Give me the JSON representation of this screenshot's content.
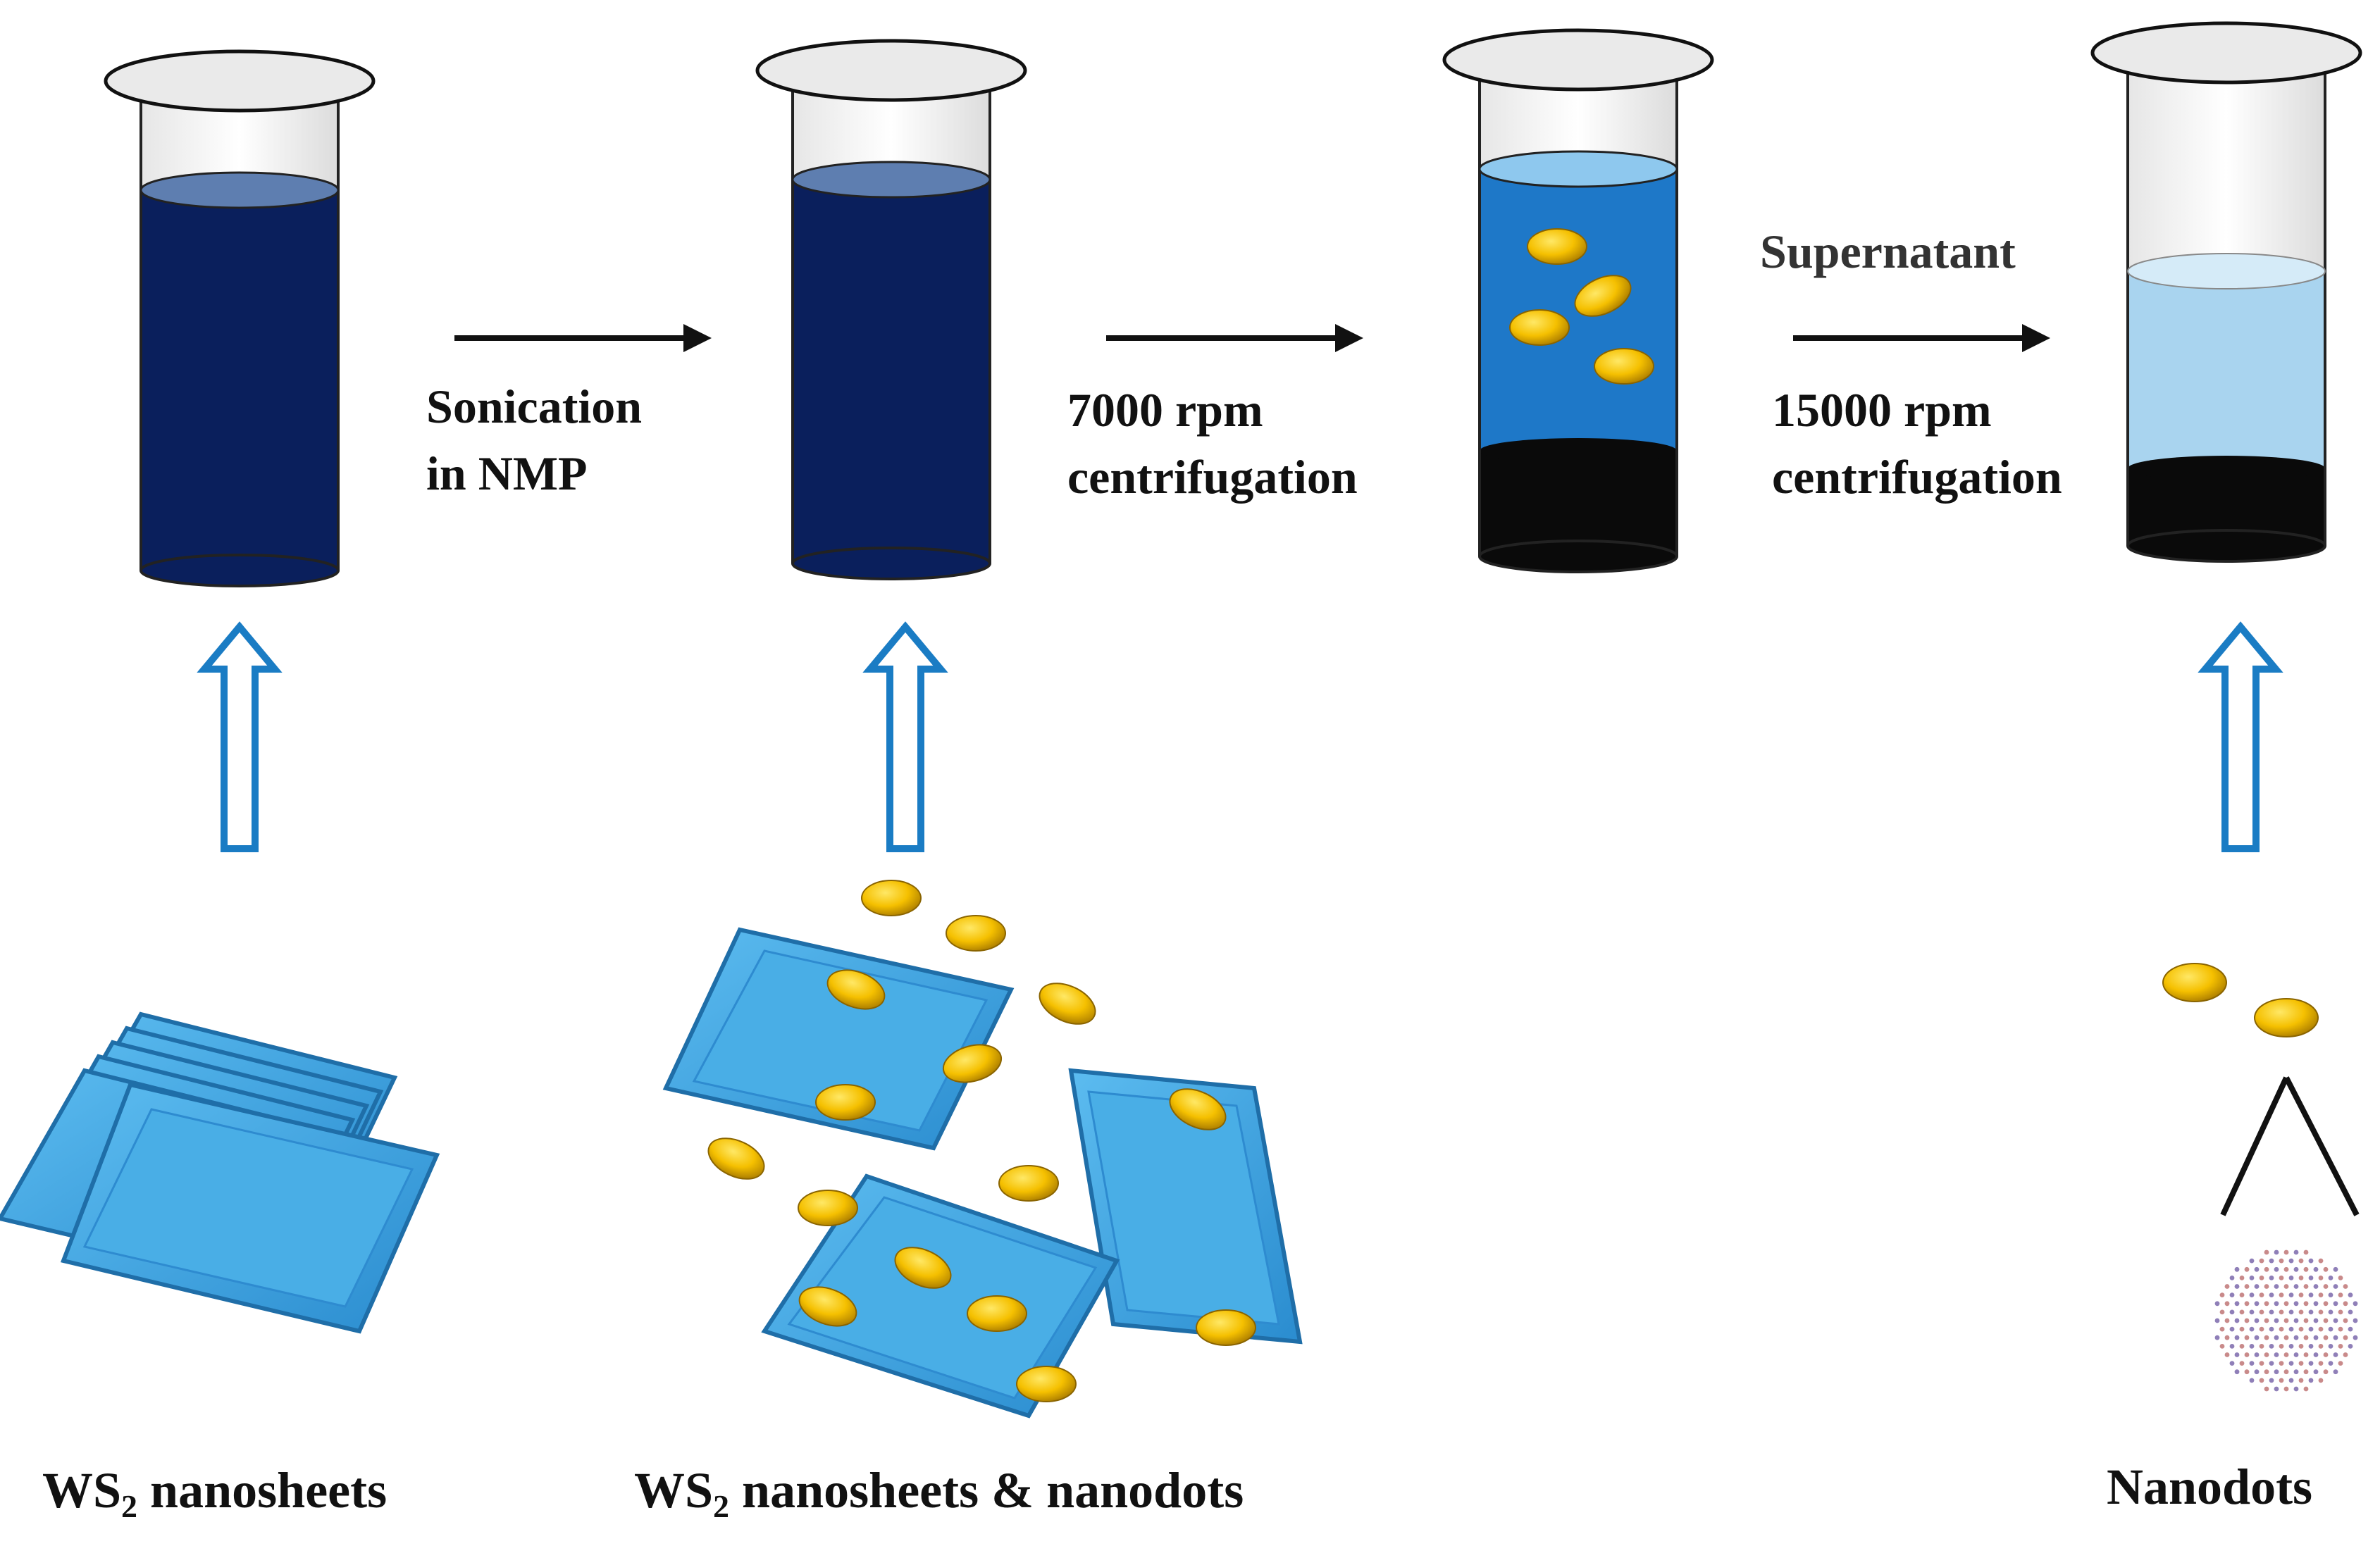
{
  "steps": [
    {
      "line1": "Sonication",
      "line2": "in NMP"
    },
    {
      "line1": "7000 rpm",
      "line2": "centrifugation"
    },
    {
      "top": "Supernatant",
      "line1": "15000 rpm",
      "line2": "centrifugation"
    }
  ],
  "captions": {
    "sheets": {
      "prefix": "WS",
      "sub": "2",
      "rest": " nanosheets"
    },
    "mixed": {
      "prefix": "WS",
      "sub": "2",
      "rest": " nanosheets & nanodots"
    },
    "dots": "Nanodots"
  },
  "colors": {
    "dark_liquid": "#0a1f5c",
    "mid_liquid": "#1e78c8",
    "light_liquid": "#a9d4ef",
    "sediment": "#0a0a0a",
    "sheet_blue": "#3aa2e0",
    "dot_gold": "#f5c000",
    "up_arrow": "#1a7cc4",
    "arrow_black": "#111111"
  }
}
